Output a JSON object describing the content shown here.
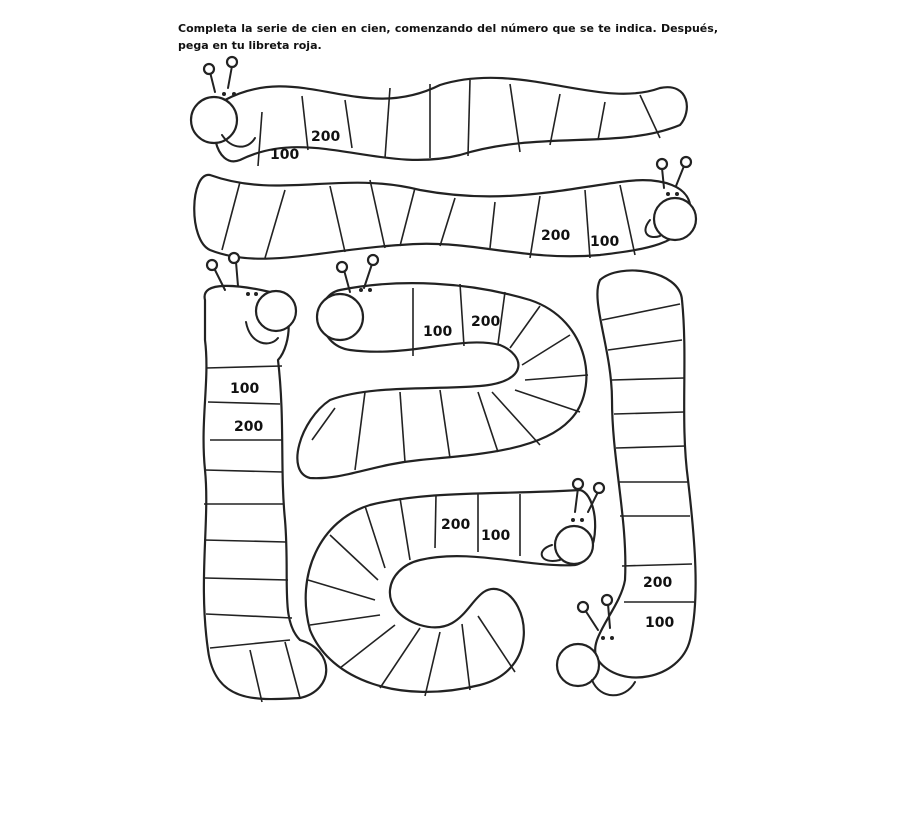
{
  "instructions": "Completa la serie de cien en cien, comenzando del número que se te indica. Después, pega en tu libreta roja.",
  "worms": [
    {
      "id": "worm-top",
      "numbers": [
        "100",
        "200"
      ]
    },
    {
      "id": "worm-second",
      "numbers": [
        "200",
        "100"
      ]
    },
    {
      "id": "worm-left-column",
      "numbers": [
        "100",
        "200"
      ]
    },
    {
      "id": "worm-center-spiral",
      "numbers": [
        "100",
        "200"
      ]
    },
    {
      "id": "worm-lower-center",
      "numbers": [
        "200",
        "100"
      ]
    },
    {
      "id": "worm-right-column",
      "numbers": [
        "200",
        "100"
      ]
    }
  ]
}
